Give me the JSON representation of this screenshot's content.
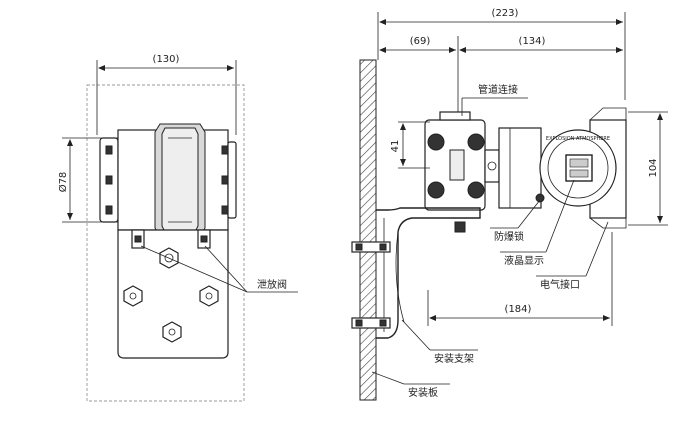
{
  "front_view": {
    "width_dim": "(130)",
    "diameter_dim": "Ø78",
    "drain_valve_label": "泄放阀"
  },
  "side_view": {
    "total_dim": "(223)",
    "left_dim": "(69)",
    "right_dim": "(134)",
    "height_dim": "41",
    "body_dim": "104",
    "bracket_dim": "(184)",
    "labels": {
      "pipe_connection": "管道连接",
      "explosion_lock": "防爆锁",
      "lcd_display": "液晶显示",
      "electrical_interface": "电气接口",
      "mounting_bracket": "安装支架",
      "mounting_plate": "安装板"
    },
    "nameplate_text": "EXPLOSION ATMOSPHERE"
  }
}
